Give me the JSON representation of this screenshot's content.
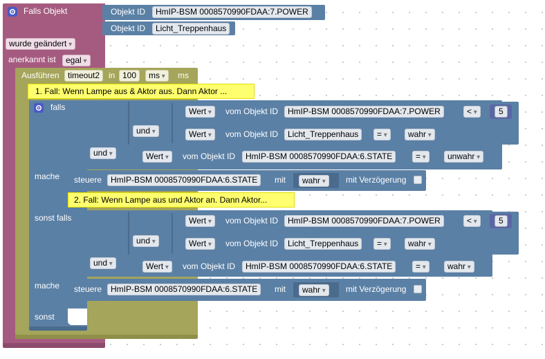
{
  "trigger": {
    "label": "Falls Objekt",
    "object_ids": [
      {
        "label": "Objekt ID",
        "value": "HmIP-BSM 0008570990FDAA:7.POWER"
      },
      {
        "label": "Objekt ID",
        "value": "Licht_Treppenhaus"
      }
    ],
    "condition_value": "wurde geändert",
    "ack_label": "anerkannt ist",
    "ack_value": "egal"
  },
  "timeout": {
    "label": "Ausführen",
    "name": "timeout2",
    "in_label": "in",
    "delay": "100",
    "unit_dropdown": "ms",
    "unit_label": "ms"
  },
  "comments": {
    "case1": "1. Fall: Wenn Lampe aus & Aktor aus. Dann Aktor ...",
    "case2": "2. Fall: Wenn Lampe aus und Aktor an. Dann Aktor..."
  },
  "if_block": {
    "falls_label": "falls",
    "mache_label": "mache",
    "sonst_falls_label": "sonst falls",
    "sonst_label": "sonst",
    "and_label": "und"
  },
  "conditions": {
    "value_dropdown": "Wert",
    "of_object_label": "vom Objekt ID",
    "case1": {
      "power_object": "HmIP-BSM 0008570990FDAA:7.POWER",
      "power_op": "<",
      "power_value": "5",
      "light_object": "Licht_Treppenhaus",
      "light_op": "=",
      "light_value": "wahr",
      "state_object": "HmIP-BSM 0008570990FDAA:6.STATE",
      "state_op": "=",
      "state_value": "unwahr"
    },
    "case2": {
      "power_object": "HmIP-BSM 0008570990FDAA:7.POWER",
      "power_op": "<",
      "power_value": "5",
      "light_object": "Licht_Treppenhaus",
      "light_op": "=",
      "light_value": "wahr",
      "state_object": "HmIP-BSM 0008570990FDAA:6.STATE",
      "state_op": "=",
      "state_value": "wahr"
    }
  },
  "actions": {
    "control_label": "steuere",
    "with_label": "mit",
    "delay_label": "mit Verzögerung",
    "case1": {
      "object": "HmIP-BSM 0008570990FDAA:6.STATE",
      "value": "wahr"
    },
    "case2": {
      "object": "HmIP-BSM 0008570990FDAA:6.STATE",
      "value": "wahr"
    }
  }
}
